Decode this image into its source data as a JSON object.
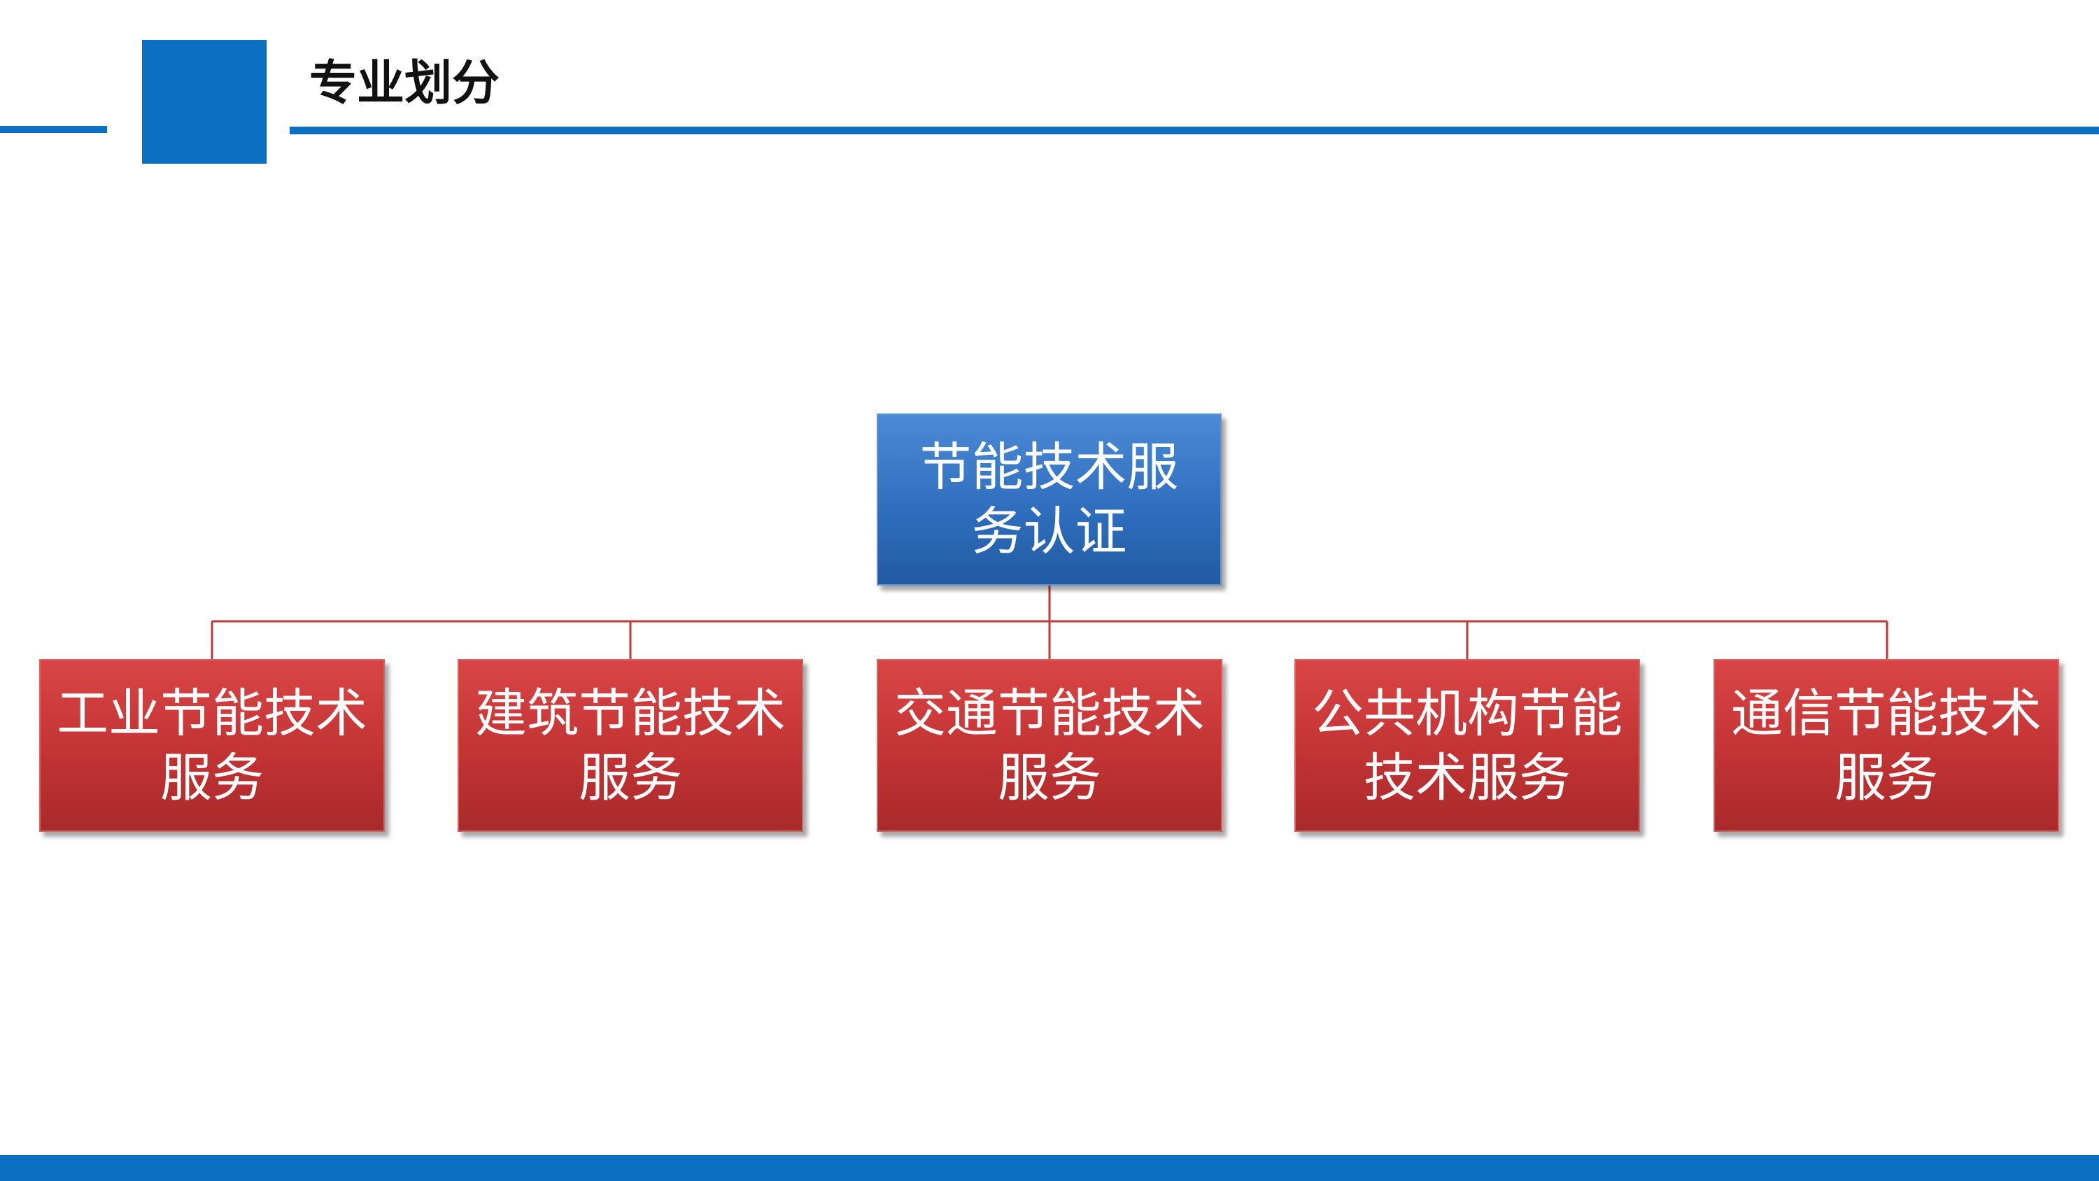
{
  "header": {
    "title": "专业划分"
  },
  "colors": {
    "accent_blue": "#0b6fc2",
    "root_box": "#3672c0",
    "child_box": "#bf3131",
    "connector": "#c0393b"
  },
  "diagram": {
    "root": {
      "line1": "节能技术服",
      "line2": "务认证"
    },
    "children": [
      {
        "line1": "工业节能技术",
        "line2": "服务"
      },
      {
        "line1": "建筑节能技术",
        "line2": "服务"
      },
      {
        "line1": "交通节能技术",
        "line2": "服务"
      },
      {
        "line1": "公共机构节能",
        "line2": "技术服务"
      },
      {
        "line1": "通信节能技术",
        "line2": "服务"
      }
    ]
  }
}
